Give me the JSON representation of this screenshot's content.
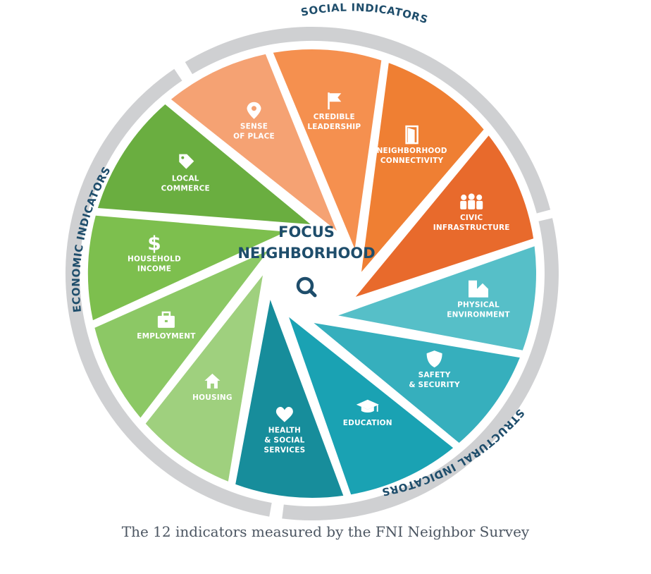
{
  "center": {
    "title_line1": "FOCUS",
    "title_line2": "NEIGHBORHOOD",
    "icon": "search-icon"
  },
  "rings": {
    "social": "SOCIAL INDICATORS",
    "economic": "ECONOMIC INDICATORS",
    "structural": "STRUCTURAL INDICATORS"
  },
  "indicators": [
    {
      "lines": [
        "SENSE",
        "OF PLACE"
      ],
      "icon": "map-pin-icon",
      "color": "#f5a273"
    },
    {
      "lines": [
        "CREDIBLE",
        "LEADERSHIP"
      ],
      "icon": "flag-icon",
      "color": "#f5904f"
    },
    {
      "lines": [
        "NEIGHBORHOOD",
        "CONNECTIVITY"
      ],
      "icon": "door-icon",
      "color": "#ef7f33"
    },
    {
      "lines": [
        "CIVIC",
        "INFRASTRUCTURE"
      ],
      "icon": "people-icon",
      "color": "#e86a2c"
    },
    {
      "lines": [
        "PHYSICAL",
        "ENVIRONMENT"
      ],
      "icon": "buildings-icon",
      "color": "#56bfc8"
    },
    {
      "lines": [
        "SAFETY",
        "& SECURITY"
      ],
      "icon": "shield-icon",
      "color": "#36afbd"
    },
    {
      "lines": [
        "EDUCATION"
      ],
      "icon": "graduation-cap-icon",
      "color": "#1aa2b3"
    },
    {
      "lines": [
        "HEALTH",
        "& SOCIAL",
        "SERVICES"
      ],
      "icon": "heart-icon",
      "color": "#178d9b"
    },
    {
      "lines": [
        "HOUSING"
      ],
      "icon": "house-icon",
      "color": "#9fd07e"
    },
    {
      "lines": [
        "EMPLOYMENT"
      ],
      "icon": "briefcase-icon",
      "color": "#8cc865"
    },
    {
      "lines": [
        "HOUSEHOLD",
        "INCOME"
      ],
      "icon": "dollar-icon",
      "color": "#7dbf4e"
    },
    {
      "lines": [
        "LOCAL",
        "COMMERCE"
      ],
      "icon": "tag-icon",
      "color": "#6aae40"
    }
  ],
  "colors": {
    "ring": "#cfd0d2",
    "navy": "#1e4d6b"
  },
  "caption": "The 12 indicators measured by the FNI Neighbor Survey"
}
